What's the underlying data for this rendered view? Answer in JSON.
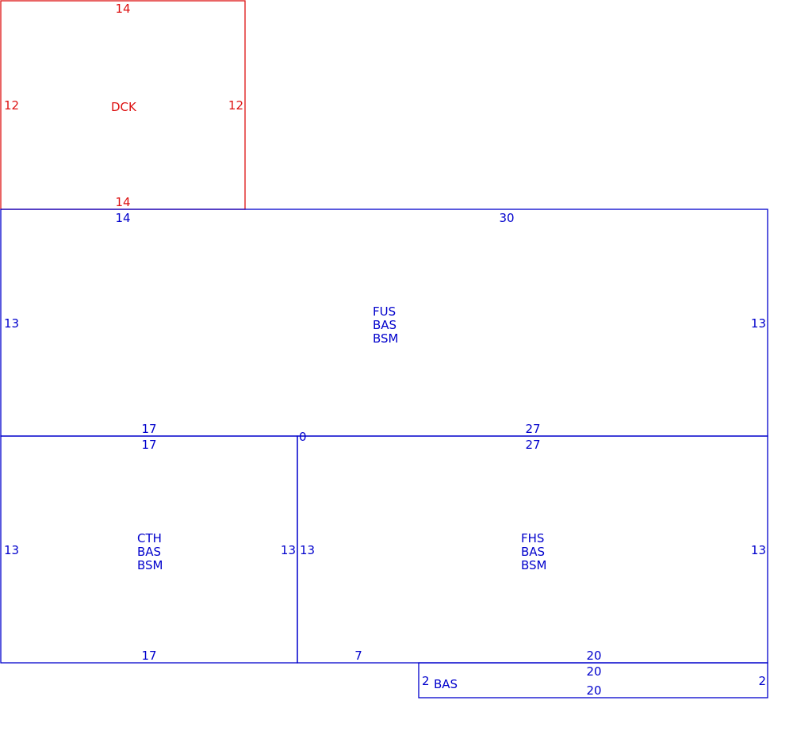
{
  "colors": {
    "deck": "#dd1111",
    "house": "#0000cc"
  },
  "areas": {
    "dck": {
      "lines": [
        "DCK"
      ],
      "top": "14",
      "bottom": "14",
      "left": "12",
      "right": "12"
    },
    "fus": {
      "lines": [
        "FUS",
        "BAS",
        "BSM"
      ],
      "top_left": "14",
      "top_right": "30",
      "left": "13",
      "right": "13",
      "bottom_left": "17",
      "bottom_right": "27"
    },
    "cth": {
      "lines": [
        "CTH",
        "BAS",
        "BSM"
      ],
      "top": "17",
      "bottom": "17",
      "left": "13",
      "right": "13"
    },
    "fhs": {
      "lines": [
        "FHS",
        "BAS",
        "BSM"
      ],
      "top": "27",
      "corner": "0",
      "left": "13",
      "right": "13",
      "bottom_left": "7",
      "bottom_right": "20"
    },
    "bas": {
      "lines": [
        "BAS"
      ],
      "top": "20",
      "bottom": "20",
      "left": "2",
      "right": "2"
    }
  }
}
